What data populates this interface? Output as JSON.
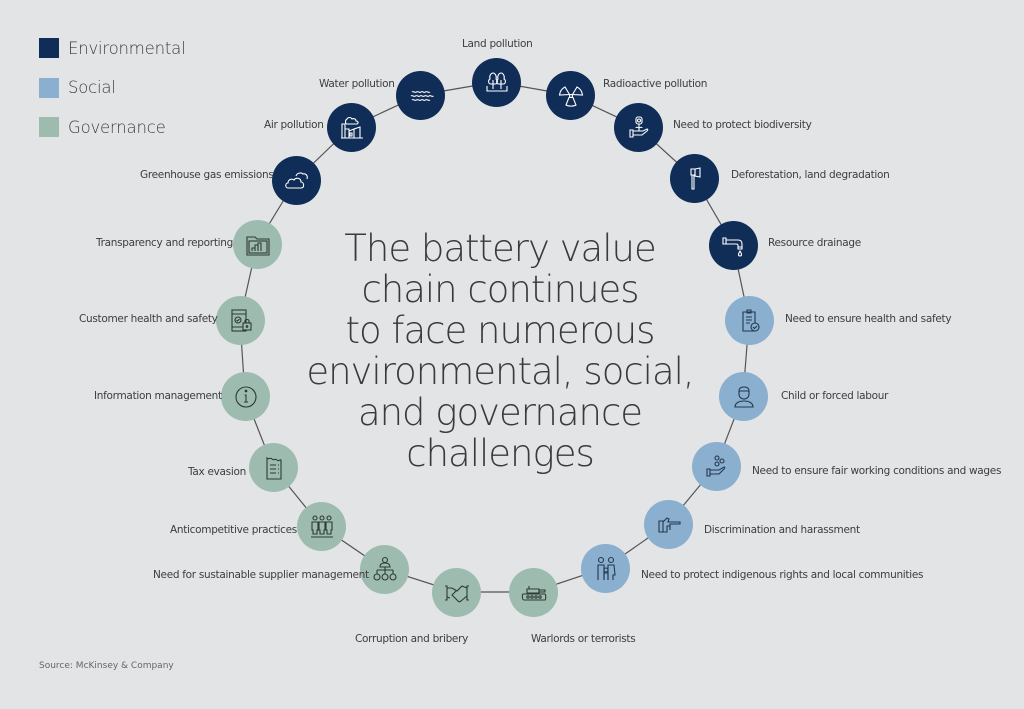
{
  "legend": {
    "items": [
      {
        "label": "Environmental",
        "color": "#0f2d57"
      },
      {
        "label": "Social",
        "color": "#8aafcf"
      },
      {
        "label": "Governance",
        "color": "#9dbcaf"
      }
    ]
  },
  "title": "The battery value chain continues to face numerous environmental, social, and governance challenges",
  "title_lines": [
    "The battery value",
    "chain continues",
    "to face numerous",
    "environmental, social,",
    "and governance",
    "challenges"
  ],
  "source": "Source: McKinsey & Company",
  "nodes": [
    {
      "label": "Land pollution",
      "category": "Environmental",
      "icon": "trees-icon"
    },
    {
      "label": "Radioactive pollution",
      "category": "Environmental",
      "icon": "radiation-icon"
    },
    {
      "label": "Need to protect biodiversity",
      "category": "Environmental",
      "icon": "flower-hand-icon"
    },
    {
      "label": "Deforestation, land degradation",
      "category": "Environmental",
      "icon": "axe-icon"
    },
    {
      "label": "Resource drainage",
      "category": "Environmental",
      "icon": "faucet-icon"
    },
    {
      "label": "Need to ensure health and safety",
      "category": "Social",
      "icon": "clipboard-check-icon"
    },
    {
      "label": "Child or forced labour",
      "category": "Social",
      "icon": "worker-icon"
    },
    {
      "label": "Need to ensure fair working conditions and wages",
      "category": "Social",
      "icon": "hand-coins-icon"
    },
    {
      "label": "Discrimination and harassment",
      "category": "Social",
      "icon": "pointing-hand-icon"
    },
    {
      "label": "Need to protect indigenous rights and local communities",
      "category": "Social",
      "icon": "family-icon"
    },
    {
      "label": "Warlords or terrorists",
      "category": "Governance",
      "icon": "tank-icon"
    },
    {
      "label": "Corruption and bribery",
      "category": "Governance",
      "icon": "handshake-icon"
    },
    {
      "label": "Need for sustainable supplier management",
      "category": "Governance",
      "icon": "org-chart-icon"
    },
    {
      "label": "Anticompetitive practices",
      "category": "Governance",
      "icon": "people-group-icon"
    },
    {
      "label": "Tax evasion",
      "category": "Governance",
      "icon": "receipt-icon"
    },
    {
      "label": "Information management",
      "category": "Governance",
      "icon": "info-icon"
    },
    {
      "label": "Customer health and safety",
      "category": "Governance",
      "icon": "device-lock-icon"
    },
    {
      "label": "Transparency and reporting",
      "category": "Governance",
      "icon": "folder-chart-icon"
    },
    {
      "label": "Greenhouse gas emissions",
      "category": "Environmental",
      "icon": "clouds-icon"
    },
    {
      "label": "Air pollution",
      "category": "Environmental",
      "icon": "factory-icon"
    },
    {
      "label": "Water pollution",
      "category": "Environmental",
      "icon": "waves-icon"
    }
  ],
  "colors": {
    "background": "#e3e4e6",
    "environmental": "#0f2d57",
    "social": "#8aafcf",
    "governance": "#9dbcaf"
  }
}
